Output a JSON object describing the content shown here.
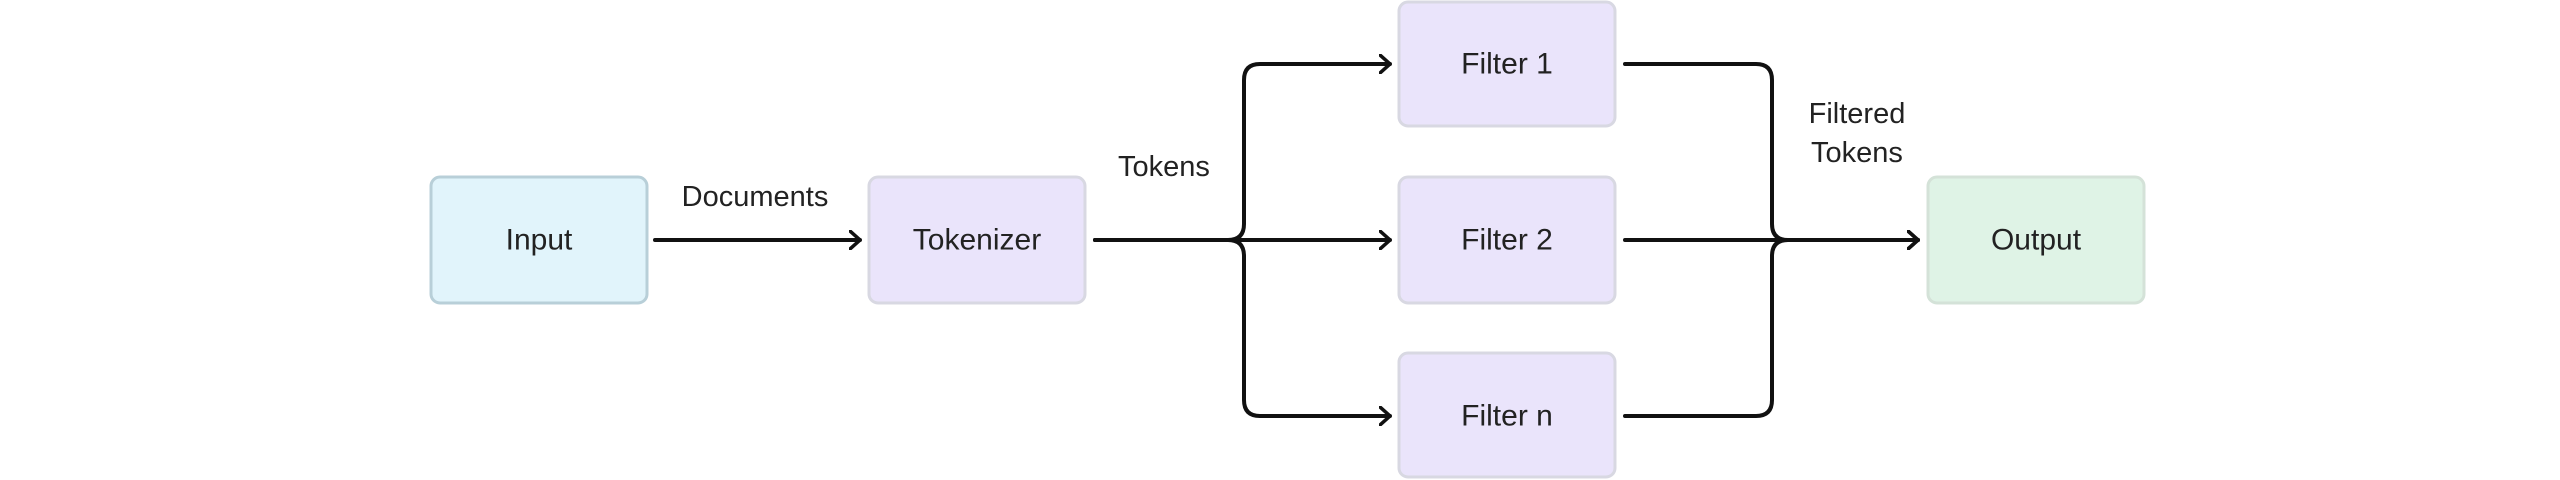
{
  "nodes": {
    "input": {
      "label": "Input"
    },
    "tokenizer": {
      "label": "Tokenizer"
    },
    "filter1": {
      "label": "Filter 1"
    },
    "filter2": {
      "label": "Filter 2"
    },
    "filtern": {
      "label": "Filter n"
    },
    "output": {
      "label": "Output"
    }
  },
  "edges": {
    "documents": {
      "label": "Documents"
    },
    "tokens": {
      "label": "Tokens"
    },
    "filtered_tokens": {
      "line1": "Filtered",
      "line2": "Tokens"
    }
  },
  "colors": {
    "input_fill": "#E1F4FB",
    "input_stroke": "#B8CFD8",
    "filter_fill": "#EAE4FB",
    "filter_stroke": "#D8D8E2",
    "output_fill": "#DFF3E6",
    "output_stroke": "#D4E2D8",
    "edge": "#111111"
  }
}
